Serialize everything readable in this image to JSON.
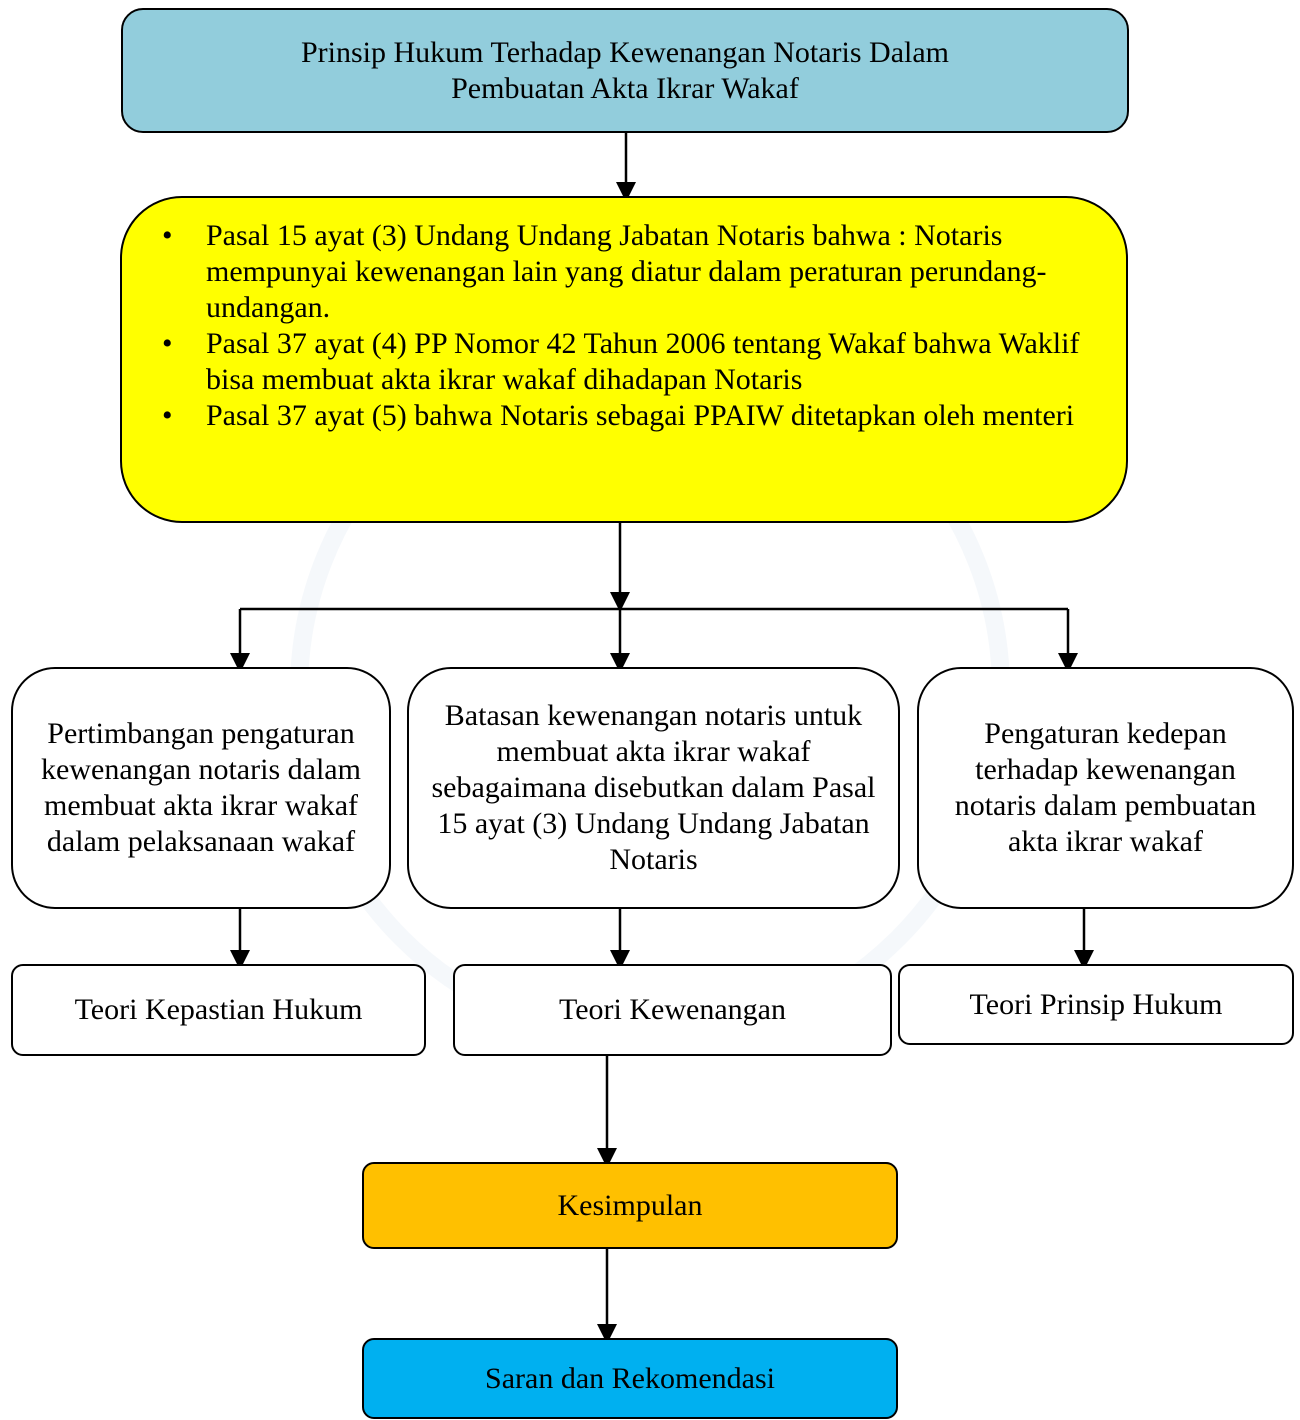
{
  "title_box": {
    "line1": "Prinsip Hukum Terhadap Kewenangan Notaris Dalam",
    "line2": "Pembuatan Akta Ikrar Wakaf"
  },
  "legal_basis": {
    "items": [
      "Pasal 15 ayat (3) Undang Undang Jabatan Notaris bahwa : Notaris mempunyai kewenangan lain yang diatur dalam peraturan perundang-undangan.",
      "Pasal 37 ayat (4) PP Nomor 42 Tahun 2006 tentang Wakaf bahwa Waklif bisa membuat akta ikrar wakaf dihadapan Notaris",
      "Pasal 37 ayat (5) bahwa Notaris sebagai PPAIW ditetapkan oleh menteri"
    ]
  },
  "issues": [
    "Pertimbangan pengaturan kewenangan notaris dalam membuat akta ikrar wakaf dalam pelaksanaan wakaf",
    "Batasan kewenangan notaris untuk membuat akta ikrar wakaf sebagaimana disebutkan dalam Pasal 15 ayat (3) Undang Undang Jabatan Notaris",
    "Pengaturan kedepan terhadap kewenangan notaris dalam pembuatan akta ikrar wakaf"
  ],
  "theories": [
    "Teori Kepastian Hukum",
    "Teori Kewenangan",
    "Teori Prinsip Hukum"
  ],
  "conclusion": "Kesimpulan",
  "recommendation": "Saran dan Rekomendasi",
  "colors": {
    "title_fill": "#92cddc",
    "legal_fill": "#ffff00",
    "conclusion_fill": "#ffc000",
    "recommendation_fill": "#00b0f0"
  }
}
